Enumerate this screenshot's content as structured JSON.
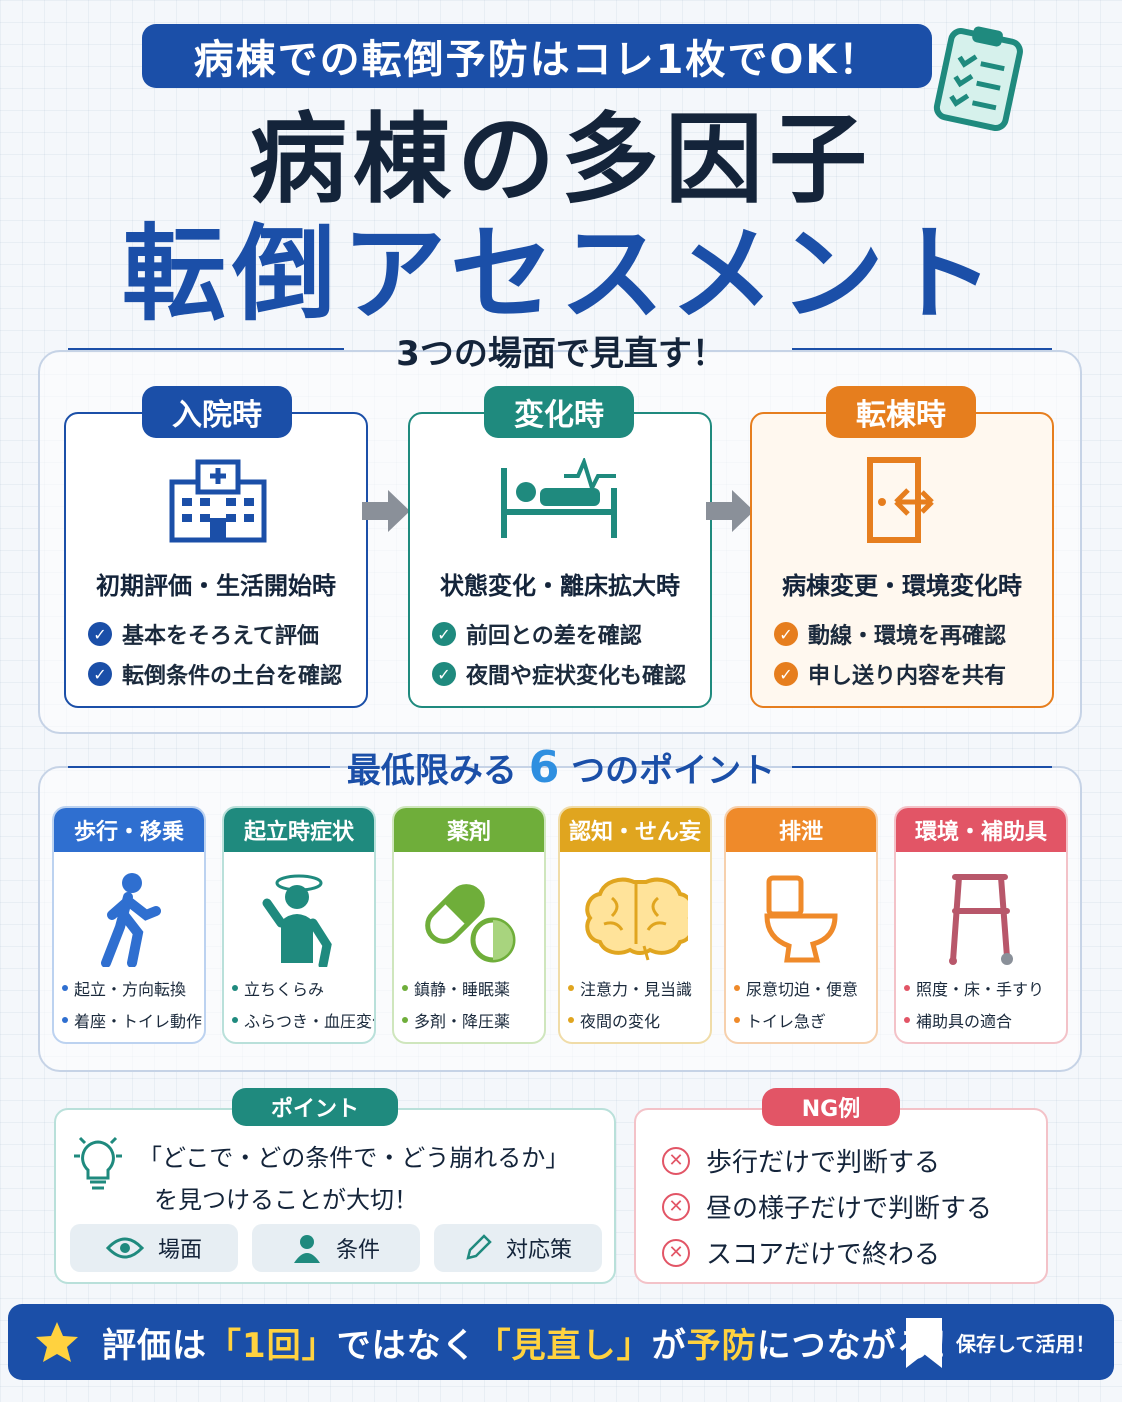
{
  "banner": {
    "text": "病棟での転倒予防はコレ1枚でOK！"
  },
  "title": {
    "line1": "病棟の多因子",
    "line2": "転倒アセスメント"
  },
  "section1": {
    "heading": "3つの場面で見直す！"
  },
  "scenes": [
    {
      "label": "入院時",
      "sub": "初期評価・生活開始時",
      "items": [
        "基本をそろえて評価",
        "転倒条件の土台を確認"
      ],
      "color": "#1b4fa8",
      "icon": "hospital-icon"
    },
    {
      "label": "変化時",
      "sub": "状態変化・離床拡大時",
      "items": [
        "前回との差を確認",
        "夜間や症状変化も確認"
      ],
      "color": "#1f8a7e",
      "icon": "patient-bed-icon"
    },
    {
      "label": "転棟時",
      "sub": "病棟変更・環境変化時",
      "items": [
        "動線・環境を再確認",
        "申し送り内容を共有"
      ],
      "color": "#e67e1e",
      "icon": "door-exit-icon"
    }
  ],
  "section2": {
    "heading_pre": "最低限みる",
    "heading_num": "6",
    "heading_post": "つのポイント"
  },
  "points": [
    {
      "label": "歩行・移乗",
      "items": [
        "起立・方向転換",
        "着座・トイレ動作"
      ],
      "color": "#2f6fd0",
      "icon": "walking-person-icon"
    },
    {
      "label": "起立時症状",
      "items": [
        "立ちくらみ",
        "ふらつき・血圧変化"
      ],
      "color": "#1f8a7e",
      "icon": "dizzy-person-icon"
    },
    {
      "label": "薬剤",
      "items": [
        "鎮静・睡眠薬",
        "多剤・降圧薬"
      ],
      "color": "#6fae3a",
      "icon": "pill-icon"
    },
    {
      "label": "認知・せん妄",
      "items": [
        "注意力・見当識",
        "夜間の変化"
      ],
      "color": "#e0a51f",
      "icon": "brain-icon"
    },
    {
      "label": "排泄",
      "items": [
        "尿意切迫・便意",
        "トイレ急ぎ"
      ],
      "color": "#ef8a2a",
      "icon": "toilet-icon"
    },
    {
      "label": "環境・補助具",
      "items": [
        "照度・床・手すり",
        "補助具の適合"
      ],
      "color": "#e25566",
      "icon": "walker-icon"
    }
  ],
  "point_box": {
    "label": "ポイント",
    "line1": "「どこで・どの条件で・どう崩れるか」",
    "line2": "を見つけることが大切！",
    "tags": [
      {
        "label": "場面",
        "icon": "eye-icon"
      },
      {
        "label": "条件",
        "icon": "person-icon"
      },
      {
        "label": "対応策",
        "icon": "pencil-icon"
      }
    ]
  },
  "ng_box": {
    "label": "NG例",
    "items": [
      "歩行だけで判断する",
      "昼の様子だけで判断する",
      "スコアだけで終わる"
    ]
  },
  "footer": {
    "pre": "評価は",
    "q1": "「1回」",
    "mid": "ではなく",
    "q2": "「見直し」",
    "post1": "が",
    "em": "予防",
    "post2": "につながる！",
    "save": "保存して活用！"
  },
  "colors": {
    "primary": "#1b4fa8",
    "teal": "#1f8a7e",
    "orange": "#e67e1e",
    "ng": "#e25566",
    "highlight": "#ffd23f"
  }
}
